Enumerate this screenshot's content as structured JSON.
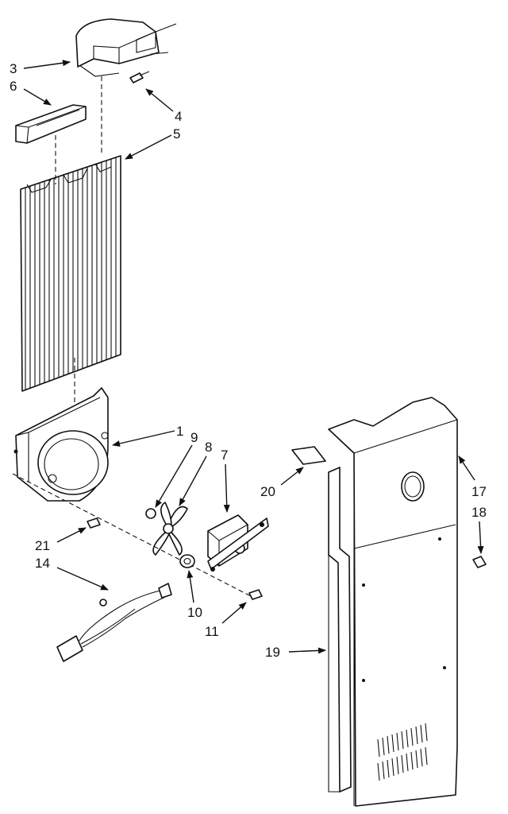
{
  "callouts": [
    {
      "id": "c1",
      "label": "1"
    },
    {
      "id": "c3",
      "label": "3"
    },
    {
      "id": "c4",
      "label": "4"
    },
    {
      "id": "c5",
      "label": "5"
    },
    {
      "id": "c6",
      "label": "6"
    },
    {
      "id": "c7",
      "label": "7"
    },
    {
      "id": "c8",
      "label": "8"
    },
    {
      "id": "c9",
      "label": "9"
    },
    {
      "id": "c10",
      "label": "10"
    },
    {
      "id": "c11",
      "label": "11"
    },
    {
      "id": "c14",
      "label": "14"
    },
    {
      "id": "c17",
      "label": "17"
    },
    {
      "id": "c18",
      "label": "18"
    },
    {
      "id": "c19",
      "label": "19"
    },
    {
      "id": "c20",
      "label": "20"
    },
    {
      "id": "c21",
      "label": "21"
    }
  ]
}
